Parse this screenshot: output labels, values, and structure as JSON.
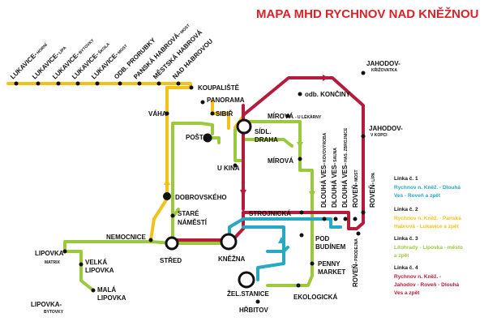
{
  "title": "MAPA MHD RYCHNOV NAD KNĚŽNOU",
  "colors": {
    "title": "#d8232a",
    "line1": "#27a9c4",
    "line2": "#f1c21b",
    "line3": "#9cc83c",
    "line4": "#b51c3c",
    "text": "#111111"
  },
  "stops": {
    "lukavice_horni": "LUKAVICE-",
    "lukavice_horni_sub": "HORNÍ",
    "lukavice_lipa": "LUKAVICE-",
    "lukavice_lipa_sub": "LÍPA",
    "lukavice_bytovky": "LUKAVICE-",
    "lukavice_bytovky_sub": "BYTOVKY",
    "lukavice_skola": "LUKAVICE-",
    "lukavice_skola_sub": "ŠKOLA",
    "lukavice_most": "LUKAVICE-",
    "lukavice_most_sub": "MOST",
    "odb_prorubky": "ODB. PRORUBKY",
    "panska_habrova": "PANSKÁ HABROVÁ-",
    "panska_habrova_sub": "MOST",
    "mestska_habrova": "MĚSTSKÁ HABROVÁ",
    "nad_habrovou": "NAD HABROVOU",
    "koupaliste": "KOUPALIŠTĚ",
    "panorama": "PANORAMA",
    "odb_konciny": "odb. KONČINY",
    "jahodov_krizovatka": "JAHODOV-",
    "jahodov_krizovatka_sub": "KŘIŽOVATKA",
    "vaha": "VÁHA",
    "sibir": "SIBIŘ",
    "mirova_u_lekarny": "MÍROVÁ",
    "mirova_u_lekarny_sub": "- U LÉKÁRNY",
    "jahodov_v_kopci": "JAHODOV-",
    "jahodov_v_kopci_sub": "V KOPCI",
    "posta": "POŠTA",
    "sidl_draha_1": "SÍDL.",
    "sidl_draha_2": "DRAHA",
    "mirova": "MÍROVÁ",
    "u_kina": "U KINA",
    "dlouha_kovovyroba": "DLOUHÁ VES-",
    "dlouha_kovovyroba_sub": "KOVOVÝROBA",
    "dlouha_sauna": "DLOUHÁ VES-",
    "dlouha_sauna_sub": "SAUNA",
    "dlouha_zbrojnice": "DLOUHÁ VES-",
    "dlouha_zbrojnice_sub": "HAS. ZBROJNICE",
    "roven_most": "ROVEŇ-",
    "roven_most_sub": "MOST",
    "roven_lipa": "ROVEŇ-",
    "roven_lipa_sub": "LÍPA",
    "dobrovskeho": "DOBROVSKÉHO",
    "stare_namesti_1": "STARÉ",
    "stare_namesti_2": "NÁMĚSTÍ",
    "strojnicka": "STROJNICKÁ",
    "nemocnice": "NEMOCNICE",
    "lipovka_matrix": "LIPOVKA",
    "lipovka_matrix_sub": "MATRIX",
    "velka_lipovka_1": "VELKÁ",
    "velka_lipovka_2": "LIPOVKA",
    "stred": "STŘED",
    "knezna": "KNĚŽNA",
    "pod_budinem_1": "POD",
    "pod_budinem_2": "BUDÍNEM",
    "penny_market_1": "PENNY",
    "penny_market_2": "MARKET",
    "roven_prodejna": "ROVEŇ-",
    "roven_prodejna_sub": "PRODEJNA",
    "mala_lipovka_1": "MALÁ",
    "mala_lipovka_2": "LIPOVKA",
    "lipovka_bytovky": "LIPOVKA-",
    "lipovka_bytovky_sub": "BYTOVKY",
    "zel_stanice": "ŽEL.STANICE",
    "ekologicka": "EKOLOGICKÁ",
    "hrbitov": "HŘBITOV"
  },
  "legend": [
    {
      "heading": "Linka č. 1",
      "lines": [
        "Rychnov n. Kněž. - Dlouhá",
        "Ves - Roveň a zpět"
      ],
      "color": "#27a9c4"
    },
    {
      "heading": "Linka č. 2",
      "lines": [
        "Rychnov n. Kněž. - Panská",
        "Habrová - Lukavice a zpět"
      ],
      "color": "#f1c21b"
    },
    {
      "heading": "Linka č. 3",
      "lines": [
        "Litohrady - Lipovka - město",
        "a zpět"
      ],
      "color": "#9cc83c"
    },
    {
      "heading": "Linka č. 4",
      "lines": [
        "Rychnov n. Kněž. -",
        "Jahodov - Roveň - Dlouhá",
        "Ves a zpět"
      ],
      "color": "#b51c3c"
    }
  ]
}
